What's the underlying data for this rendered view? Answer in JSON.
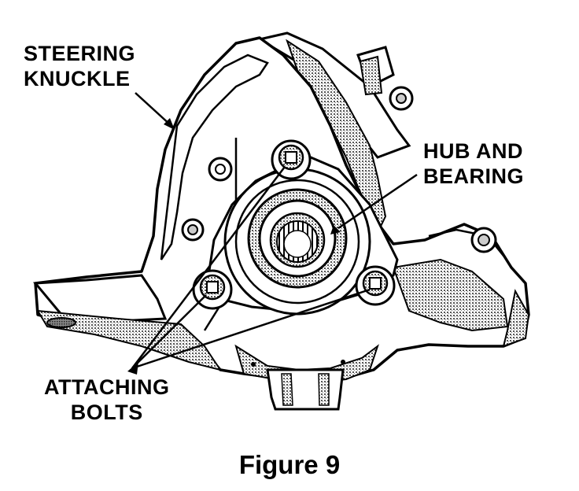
{
  "labels": {
    "steering_knuckle": [
      "STEERING",
      "KNUCKLE"
    ],
    "hub_and_bearing": [
      "HUB AND",
      "BEARING"
    ],
    "attaching_bolts": [
      "ATTACHING",
      "BOLTS"
    ]
  },
  "caption": "Figure 9",
  "colors": {
    "ink": "#000000",
    "paper": "#ffffff",
    "shade": "#9a9a9a"
  }
}
